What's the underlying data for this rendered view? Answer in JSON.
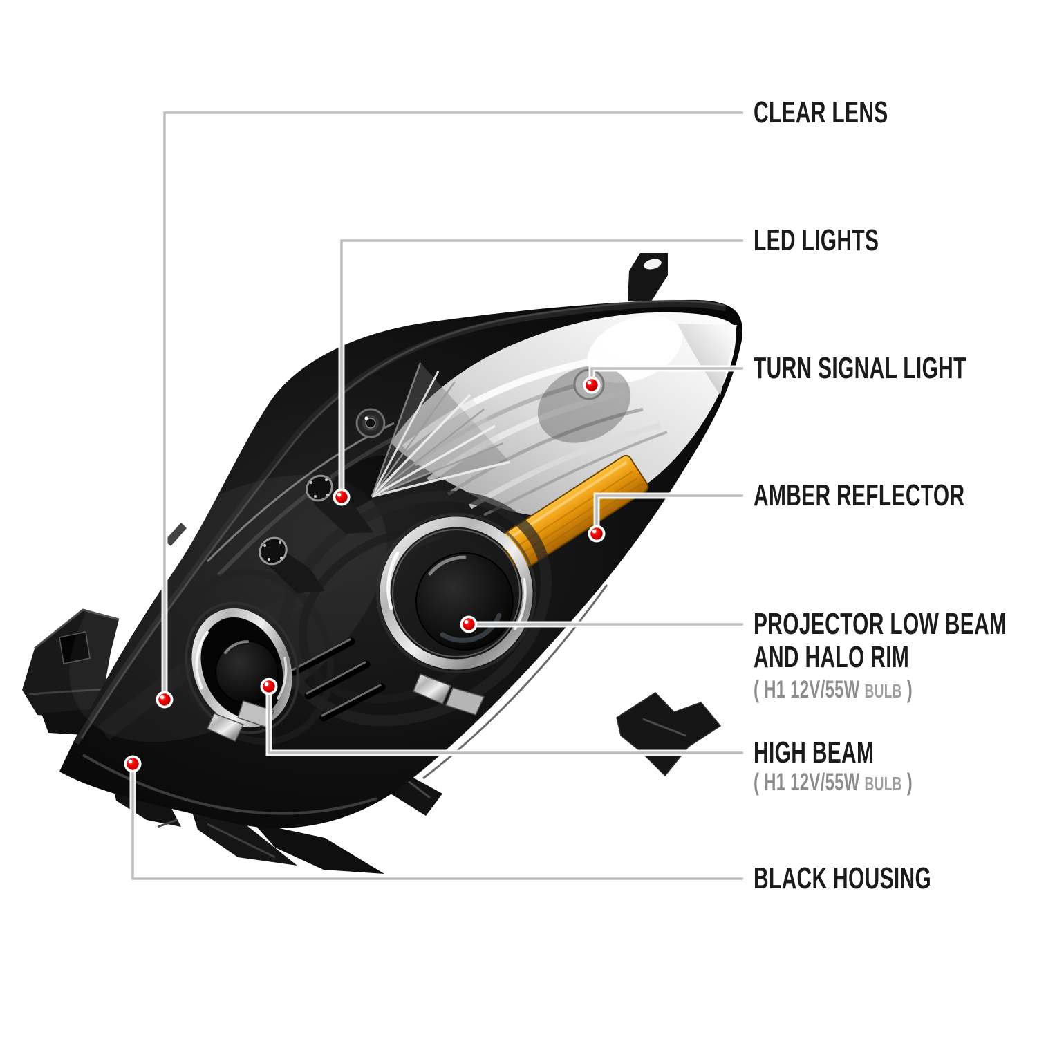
{
  "figure": {
    "subject": "projector headlight annotated diagram",
    "background": "#ffffff"
  },
  "colors": {
    "label-black": "#1b1b1b",
    "sub-gray": "#8c8c8c",
    "line-gray": "#bdbdbd",
    "accent-red": "#ee0000",
    "amber": "#e8960c",
    "housing-black": "#0d0d0d"
  },
  "callouts": [
    {
      "id": "clear-lens",
      "label": "CLEAR LENS"
    },
    {
      "id": "led-lights",
      "label": "LED LIGHTS"
    },
    {
      "id": "turn-signal-light",
      "label": "TURN SIGNAL LIGHT"
    },
    {
      "id": "amber-reflector",
      "label": "AMBER REFLECTOR"
    },
    {
      "id": "projector-low-beam",
      "label": "PROJECTOR LOW BEAM",
      "label_line2": "AND HALO RIM",
      "bulb_note": {
        "prefix": "( H1 12V/55W",
        "word": "BULB",
        "suffix": ")"
      }
    },
    {
      "id": "high-beam",
      "label": "HIGH BEAM",
      "bulb_note": {
        "prefix": "( H1 12V/55W",
        "word": "BULB",
        "suffix": ")"
      }
    },
    {
      "id": "black-housing",
      "label": "BLACK HOUSING"
    }
  ]
}
